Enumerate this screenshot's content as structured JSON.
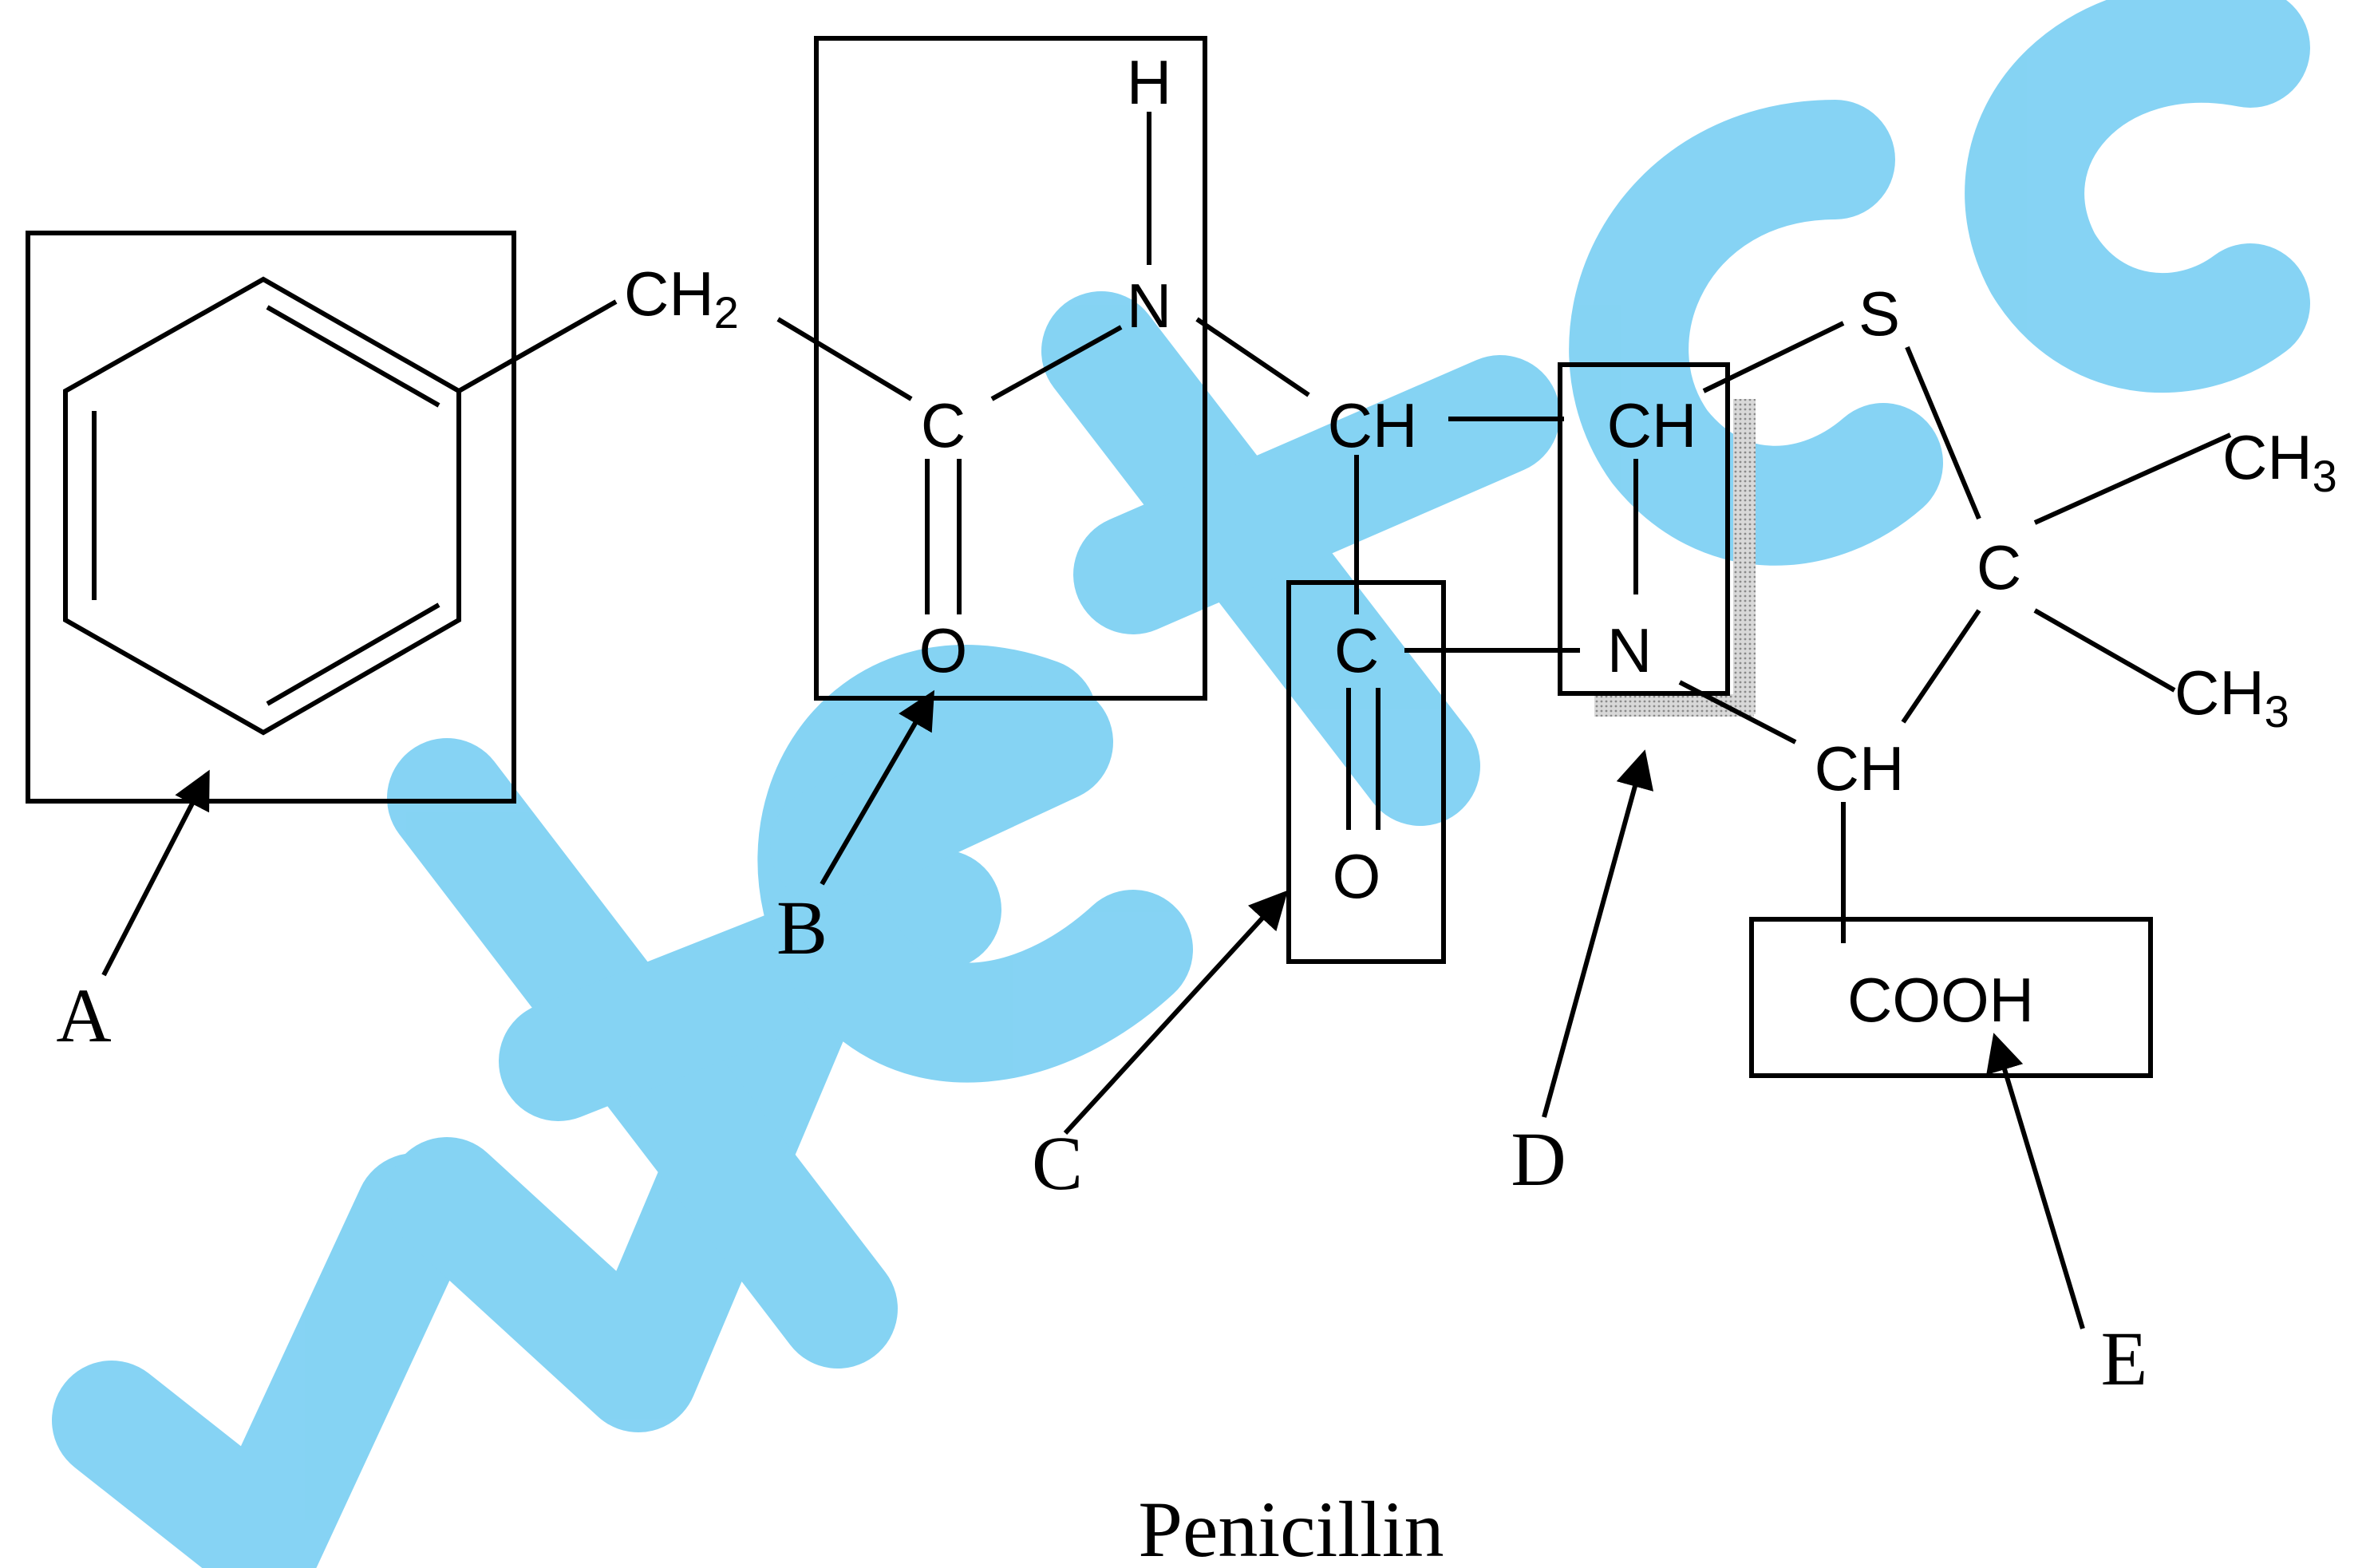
{
  "caption": "Penicillin",
  "atoms": {
    "ch2": "CH",
    "ch2_sub": "2",
    "nh_h": "H",
    "nh_n": "N",
    "amide_c": "C",
    "amide_o": "O",
    "ch_alpha": "CH",
    "ch_beta": "CH",
    "s": "S",
    "c_quat": "C",
    "ch3_top": "CH",
    "ch3_top_sub": "3",
    "ch3_bottom": "CH",
    "ch3_bottom_sub": "3",
    "lactam_c": "C",
    "lactam_o": "O",
    "lactam_n": "N",
    "ch_carboxyl": "CH",
    "cooh": "COOH"
  },
  "callouts": {
    "a": "A",
    "b": "B",
    "c": "C",
    "d": "D",
    "e": "E"
  },
  "colors": {
    "watermark": "#7fd1f3",
    "ink": "#000000"
  }
}
